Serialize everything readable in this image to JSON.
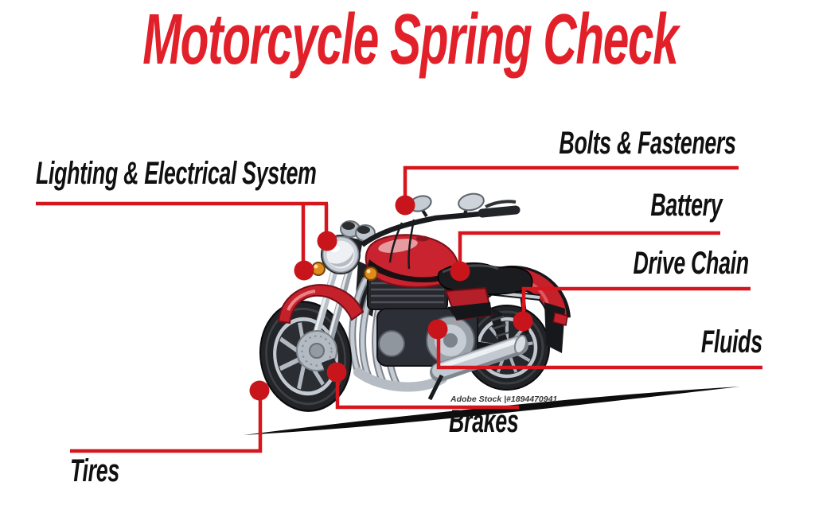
{
  "title": "Motorcycle Spring Check",
  "watermark": "Adobe Stock |#1894470941",
  "theme": {
    "accent_red": "#D6161E",
    "dot_red": "#C8151C",
    "title_red": "#E2202A",
    "label_black": "#101010",
    "background": "#FFFFFF"
  },
  "illustration": {
    "subject": "red cruiser motorcycle, front-left three-quarter view"
  },
  "callouts": [
    {
      "label": "Lighting & Electrical System"
    },
    {
      "label": "Bolts & Fasteners"
    },
    {
      "label": "Battery"
    },
    {
      "label": "Drive Chain"
    },
    {
      "label": "Fluids"
    },
    {
      "label": "Brakes"
    },
    {
      "label": "Tires"
    }
  ]
}
